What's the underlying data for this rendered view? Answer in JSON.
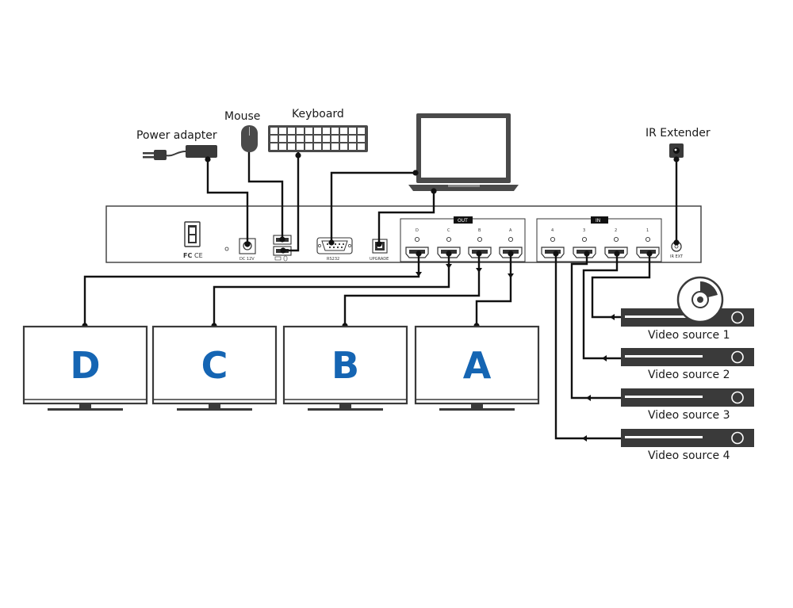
{
  "labels": {
    "power_adapter": "Power adapter",
    "mouse": "Mouse",
    "keyboard": "Keyboard",
    "ir_extender": "IR Extender"
  },
  "panel": {
    "out_label": "OUT",
    "in_label": "IN",
    "dc": "DC 12V",
    "rs232": "RS232",
    "upgrade": "UPGRADE",
    "irext": "IR EXT",
    "fc": "FC",
    "ce": "CE",
    "out_ports": [
      "D",
      "C",
      "B",
      "A"
    ],
    "in_ports": [
      "4",
      "3",
      "2",
      "1"
    ]
  },
  "monitors": [
    "D",
    "C",
    "B",
    "A"
  ],
  "sources": [
    "Video source 1",
    "Video source 2",
    "Video source 3",
    "Video source 4"
  ],
  "colors": {
    "accent": "#1565b3",
    "device": "#3a3a3a",
    "cable": "#111111"
  }
}
